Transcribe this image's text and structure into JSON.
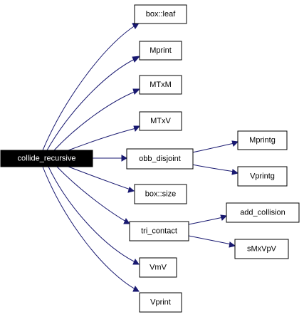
{
  "nodes": {
    "root": "collide_recursive",
    "box_leaf": "box::leaf",
    "mprint": "Mprint",
    "mtxm": "MTxM",
    "mtxv": "MTxV",
    "obb_disjoint": "obb_disjoint",
    "mprintg": "Mprintg",
    "vprintg": "Vprintg",
    "box_size": "box::size",
    "tri_contact": "tri_contact",
    "add_collision": "add_collision",
    "smxvpv": "sMxVpV",
    "vmv": "VmV",
    "vprint": "Vprint"
  },
  "colors": {
    "edge": "#191970",
    "root_fill": "#000000",
    "root_text": "#ffffff",
    "node_fill": "#ffffff",
    "node_border": "#000000"
  }
}
